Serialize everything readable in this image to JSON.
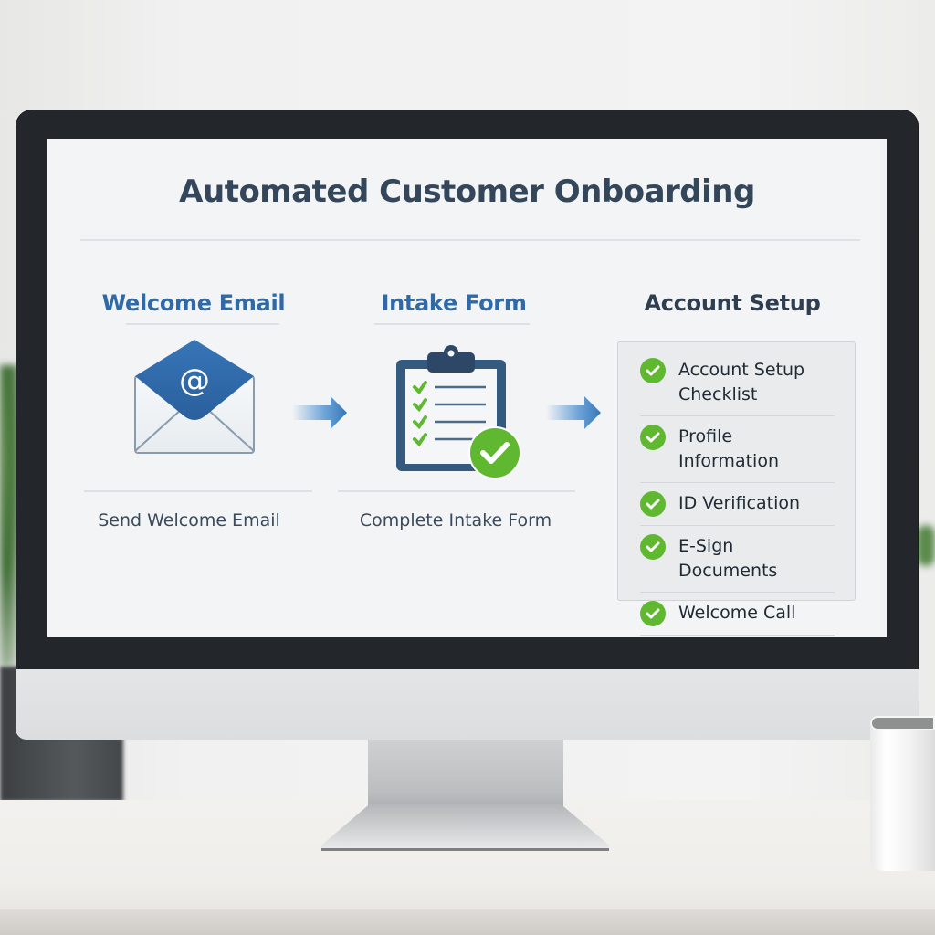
{
  "screen": {
    "title": "Automated Customer Onboarding",
    "steps": [
      {
        "heading": "Welcome Email",
        "icon": "envelope-at-icon",
        "caption": "Send Welcome Email"
      },
      {
        "heading": "Intake Form",
        "icon": "clipboard-checklist-icon",
        "caption": "Complete Intake Form"
      }
    ],
    "account_setup": {
      "heading": "Account Setup",
      "items": [
        {
          "label": "Account Setup Checklist",
          "status": "complete"
        },
        {
          "label": "Profile Information",
          "status": "complete"
        },
        {
          "label": "ID Verification",
          "status": "complete"
        },
        {
          "label": "E-Sign Documents",
          "status": "complete"
        },
        {
          "label": "Welcome Call",
          "status": "complete"
        }
      ]
    }
  },
  "colors": {
    "title": "#34465a",
    "step_heading": "#2f6aa8",
    "check_green": "#5fb82f",
    "envelope_blue": "#2f6aa8",
    "bezel": "#23272b"
  }
}
